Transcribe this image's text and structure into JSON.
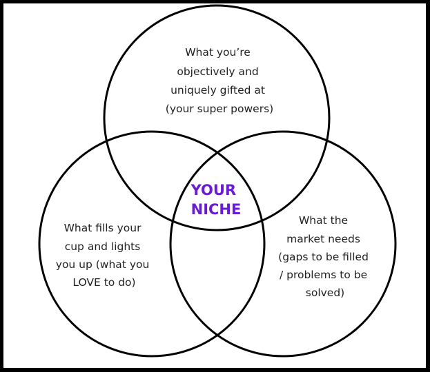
{
  "colors": {
    "border": "#000000",
    "background": "#ffffff",
    "circle_stroke": "#000000",
    "text": "#222222",
    "center_accent": "#6a1bd6"
  },
  "venn": {
    "top_circle": {
      "lines": [
        "What you’re",
        "objectively and",
        "uniquely gifted at",
        "(your super powers)"
      ]
    },
    "left_circle": {
      "lines": [
        "What fills your",
        "cup and lights",
        "you up (what you",
        "LOVE to do)"
      ]
    },
    "right_circle": {
      "lines": [
        "What the",
        "market needs",
        "(gaps to be filled",
        "/ problems to be",
        "solved)"
      ]
    },
    "center": {
      "lines": [
        "YOUR",
        "NICHE"
      ]
    }
  }
}
